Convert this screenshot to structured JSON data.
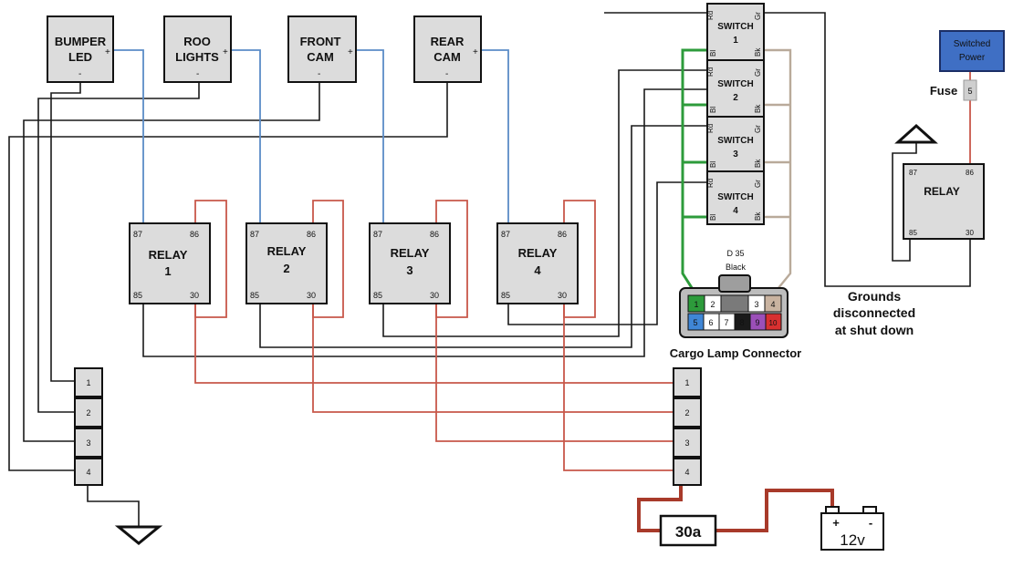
{
  "devices": [
    {
      "line1": "BUMPER",
      "line2": "LED",
      "plus": "+",
      "minus": "-"
    },
    {
      "line1": "ROO",
      "line2": "LIGHTS",
      "plus": "+",
      "minus": "-"
    },
    {
      "line1": "FRONT",
      "line2": "CAM",
      "plus": "+",
      "minus": "-"
    },
    {
      "line1": "REAR",
      "line2": "CAM",
      "plus": "+",
      "minus": "-"
    }
  ],
  "relays": [
    {
      "title": "RELAY",
      "num": "1",
      "pin87": "87",
      "pin86": "86",
      "pin85": "85",
      "pin30": "30"
    },
    {
      "title": "RELAY",
      "num": "2",
      "pin87": "87",
      "pin86": "86",
      "pin85": "85",
      "pin30": "30"
    },
    {
      "title": "RELAY",
      "num": "3",
      "pin87": "87",
      "pin86": "86",
      "pin85": "85",
      "pin30": "30"
    },
    {
      "title": "RELAY",
      "num": "4",
      "pin87": "87",
      "pin86": "86",
      "pin85": "85",
      "pin30": "30"
    }
  ],
  "switches": [
    {
      "title": "SWITCH",
      "num": "1",
      "rd": "Rd",
      "gr": "Gr",
      "bl": "Bl",
      "bk": "Bk"
    },
    {
      "title": "SWITCH",
      "num": "2",
      "rd": "Rd",
      "gr": "Gr",
      "bl": "Bl",
      "bk": "Bk"
    },
    {
      "title": "SWITCH",
      "num": "3",
      "rd": "Rd",
      "gr": "Gr",
      "bl": "Bl",
      "bk": "Bk"
    },
    {
      "title": "SWITCH",
      "num": "4",
      "rd": "Rd",
      "gr": "Gr",
      "bl": "Bl",
      "bk": "Bk"
    }
  ],
  "switched_power": {
    "line1": "Switched",
    "line2": "Power"
  },
  "fuse": {
    "label": "Fuse",
    "value": "5"
  },
  "main_relay": {
    "title": "RELAY",
    "pin87": "87",
    "pin86": "86",
    "pin85": "85",
    "pin30": "30"
  },
  "grounds_note": [
    "Grounds",
    "disconnected",
    "at shut down"
  ],
  "connector": {
    "code": "D 35",
    "color": "Black",
    "caption": "Cargo Lamp Connector",
    "top_pins": [
      "1",
      "2",
      "",
      "3",
      "4"
    ],
    "bottom_pins": [
      "5",
      "6",
      "7",
      "8",
      "9",
      "10"
    ]
  },
  "left_terminal": [
    "1",
    "2",
    "3",
    "4"
  ],
  "right_terminal": [
    "1",
    "2",
    "3",
    "4"
  ],
  "fuse_main": "30a",
  "battery": {
    "plus": "+",
    "minus": "-",
    "label": "12v"
  },
  "colors": {
    "black_wire": "#1a1a1a",
    "blue_wire": "#5b8cc7",
    "red_wire": "#c8584a",
    "green_wire": "#2d9b3b",
    "tan_wire": "#b9aa9a",
    "battery_wire": "#a83a2a",
    "switched_power_box": "#3f6fc4"
  }
}
